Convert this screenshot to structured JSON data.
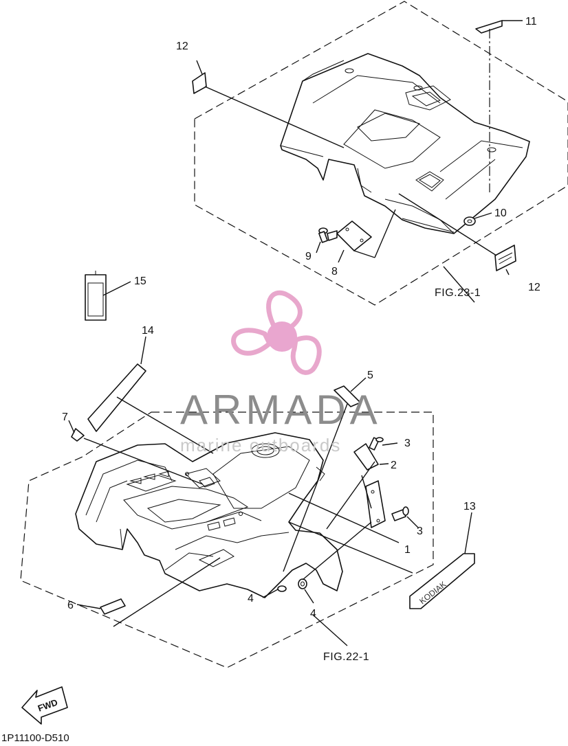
{
  "callouts": {
    "c1": "1",
    "c2": "2",
    "c3a": "3",
    "c3b": "3",
    "c4a": "4",
    "c4b": "4",
    "c5": "5",
    "c6": "6",
    "c7": "7",
    "c8": "8",
    "c9": "9",
    "c10": "10",
    "c11": "11",
    "c12a": "12",
    "c12b": "12",
    "c13": "13",
    "c14": "14",
    "c15": "15"
  },
  "figures": {
    "rear": "FIG.23-1",
    "front": "FIG.22-1"
  },
  "direction_arrow": "FWD",
  "decal_text": "KODIAK",
  "diagram_code": "1P11100-D510",
  "watermark": {
    "brand": "ARMADA",
    "tagline": "marine outboards",
    "logo_color": "#e8a7cc",
    "logo_center_color": "#e9a6cf"
  }
}
